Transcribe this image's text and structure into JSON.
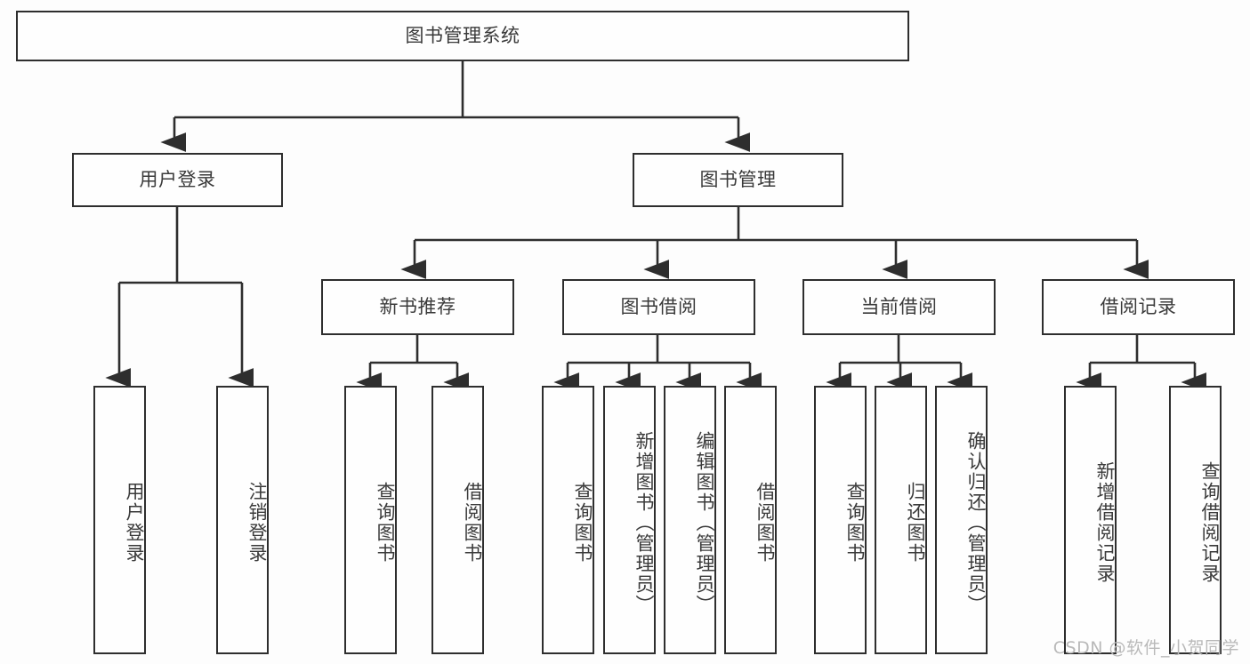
{
  "diagram": {
    "title": "图书管理系统",
    "watermark": "CSDN @软件_小贺同学",
    "colors": {
      "line": "#2e2e2e",
      "box_border": "#2e2e2e",
      "box_fill": "#fefefe",
      "background": "#fdfdfd",
      "text": "#3a3a3a",
      "watermark": "#b9b9b9"
    },
    "root": {
      "label": "图书管理系统"
    },
    "level2": [
      {
        "label": "用户登录"
      },
      {
        "label": "图书管理"
      }
    ],
    "level3": [
      {
        "label": "新书推荐"
      },
      {
        "label": "图书借阅"
      },
      {
        "label": "当前借阅"
      },
      {
        "label": "借阅记录"
      }
    ],
    "leaves": {
      "user_login": [
        {
          "label": "用户登录"
        },
        {
          "label": "注销登录"
        }
      ],
      "new_book_recommend": [
        {
          "label": "查询图书"
        },
        {
          "label": "借阅图书"
        }
      ],
      "book_borrow": [
        {
          "label": "查询图书"
        },
        {
          "label": "新增图书（管理员）"
        },
        {
          "label": "编辑图书（管理员）"
        },
        {
          "label": "借阅图书"
        }
      ],
      "current_borrow": [
        {
          "label": "查询图书"
        },
        {
          "label": "归还图书"
        },
        {
          "label": "确认归还（管理员）"
        }
      ],
      "borrow_record": [
        {
          "label": "新增借阅记录"
        },
        {
          "label": "查询借阅记录"
        }
      ]
    }
  }
}
